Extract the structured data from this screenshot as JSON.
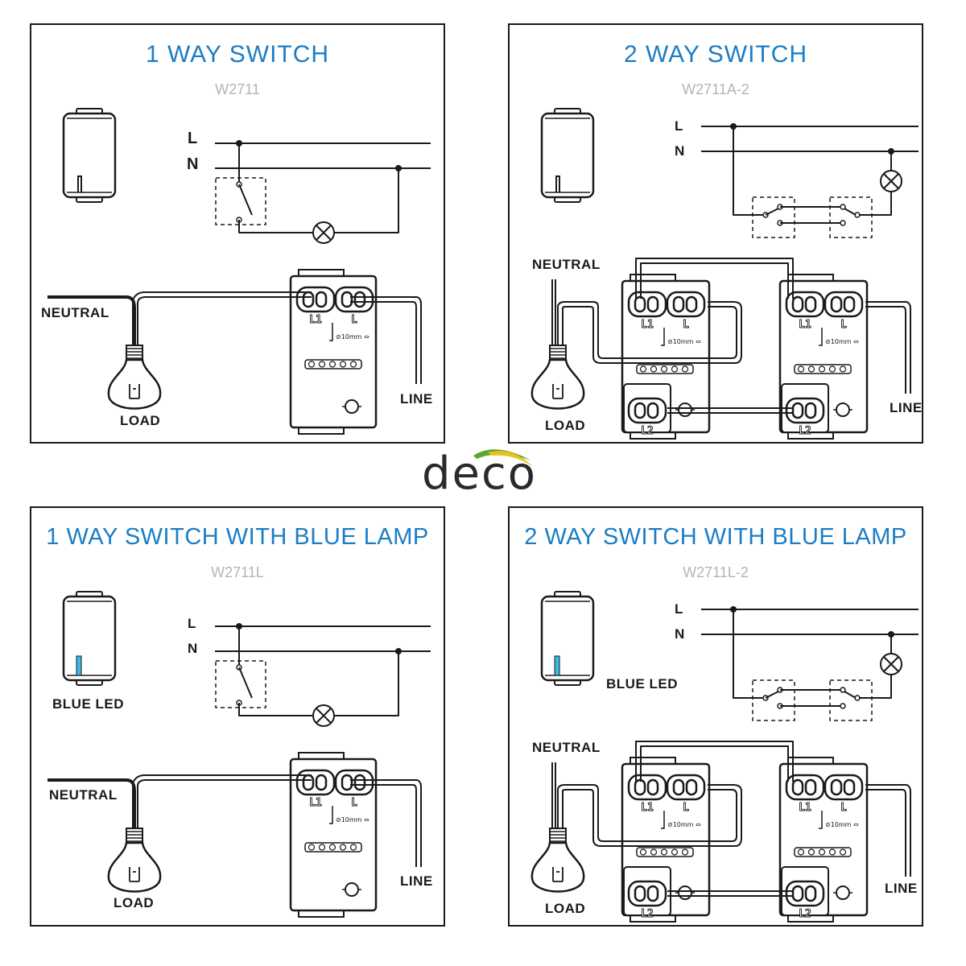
{
  "panels": [
    {
      "title": "1 WAY SWITCH",
      "model": "W2711",
      "labels": {
        "l": "L",
        "n": "N",
        "neutral": "NEUTRAL",
        "load": "LOAD",
        "line": "LINE"
      },
      "terminals": [
        "L1",
        "L"
      ],
      "clearance": "10mm"
    },
    {
      "title": "2 WAY SWITCH",
      "model": "W2711A-2",
      "labels": {
        "l": "L",
        "n": "N",
        "neutral": "NEUTRAL",
        "load": "LOAD",
        "line": "LINE"
      },
      "terminals": [
        "L1",
        "L",
        "L2"
      ],
      "clearance": "10mm"
    },
    {
      "title": "1 WAY SWITCH WITH BLUE LAMP",
      "model": "W2711L",
      "labels": {
        "l": "L",
        "n": "N",
        "neutral": "NEUTRAL",
        "load": "LOAD",
        "line": "LINE",
        "led": "BLUE LED"
      },
      "terminals": [
        "L1",
        "L"
      ],
      "clearance": "10mm"
    },
    {
      "title": "2 WAY SWITCH WITH BLUE LAMP",
      "model": "W2711L-2",
      "labels": {
        "l": "L",
        "n": "N",
        "neutral": "NEUTRAL",
        "load": "LOAD",
        "line": "LINE",
        "led": "BLUE LED"
      },
      "terminals": [
        "L1",
        "L",
        "L2"
      ],
      "clearance": "10mm"
    }
  ],
  "logo": {
    "text": "deco"
  },
  "colors": {
    "title": "#1b7dc4",
    "model": "#b4b4b4",
    "led": "#3bb8e6",
    "line": "#1a1a1a",
    "leafGreen": "#5aa832",
    "leafYellow": "#e8c21c"
  },
  "icons": [
    "switch-body-icon",
    "lamp-icon",
    "bulb-icon",
    "terminal-block-icon"
  ]
}
